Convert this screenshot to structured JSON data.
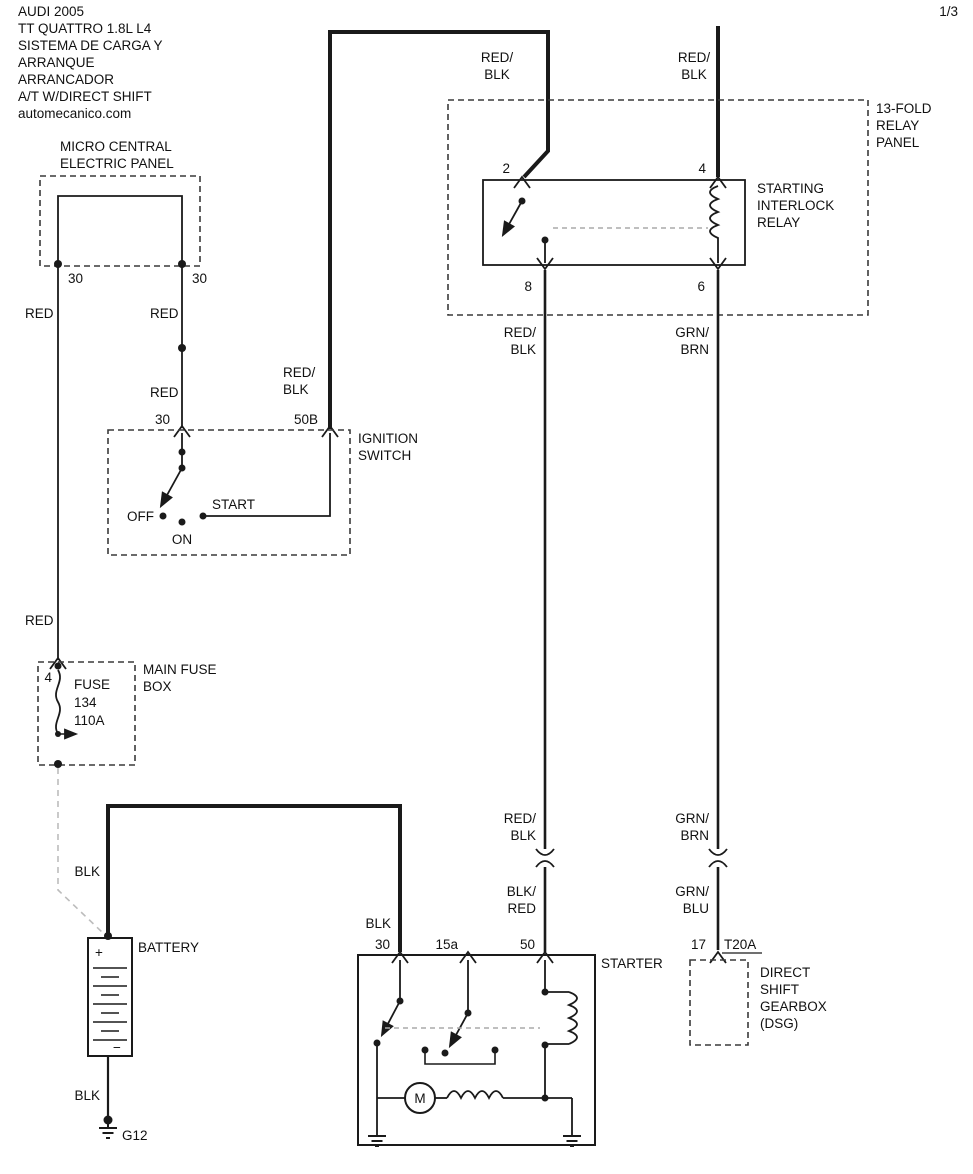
{
  "header": {
    "lines": [
      "AUDI 2005",
      "TT QUATTRO 1.8L L4",
      "SISTEMA DE CARGA Y",
      "ARRANQUE",
      "ARRANCADOR",
      "A/T W/DIRECT SHIFT",
      "automecanico.com"
    ],
    "page_number": "1/3"
  },
  "micro_panel": {
    "name_line1": "MICRO CENTRAL",
    "name_line2": "ELECTRIC PANEL",
    "terminal_left": "30",
    "terminal_right": "30"
  },
  "ignition_switch": {
    "name_line1": "IGNITION",
    "name_line2": "SWITCH",
    "terminal_30": "30",
    "terminal_50b": "50B",
    "pos_off": "OFF",
    "pos_on": "ON",
    "pos_start": "START"
  },
  "relay_panel": {
    "name_line1": "13-FOLD",
    "name_line2": "RELAY",
    "name_line3": "PANEL"
  },
  "relay": {
    "name_line1": "STARTING",
    "name_line2": "INTERLOCK",
    "name_line3": "RELAY",
    "terminal_2": "2",
    "terminal_4": "4",
    "terminal_8": "8",
    "terminal_6": "6"
  },
  "fuse_box": {
    "name_line1": "MAIN FUSE",
    "name_line2": "BOX",
    "terminal_4": "4",
    "fuse_line1": "FUSE",
    "fuse_line2": "134",
    "fuse_line3": "110A"
  },
  "battery": {
    "label": "BATTERY",
    "plus": "+",
    "minus": "−",
    "wire_top": "BLK",
    "wire_bottom": "BLK",
    "ground": "G12"
  },
  "starter": {
    "label": "STARTER",
    "terminal_30": "30",
    "terminal_15a": "15a",
    "terminal_50": "50",
    "motor": "M",
    "wire_30": "BLK"
  },
  "dsg": {
    "terminal_17": "17",
    "connector": "T20A",
    "name_line1": "DIRECT",
    "name_line2": "SHIFT",
    "name_line3": "GEARBOX",
    "name_line4": "(DSG)"
  },
  "wire_labels": {
    "top_left_redblk": [
      "RED/",
      "BLK"
    ],
    "top_right_redblk": [
      "RED/",
      "BLK"
    ],
    "panel_left_red_upper": "RED",
    "panel_left_red_lower": "RED",
    "panel_right_red_upper": "RED",
    "panel_right_red_lower": "RED",
    "ign_50b_redblk": [
      "RED/",
      "BLK"
    ],
    "relay8_redblk": [
      "RED/",
      "BLK"
    ],
    "relay6_grnbrn": [
      "GRN/",
      "BRN"
    ],
    "conn_left_upper": [
      "RED/",
      "BLK"
    ],
    "conn_left_lower": [
      "BLK/",
      "RED"
    ],
    "conn_right_upper": [
      "GRN/",
      "BRN"
    ],
    "conn_right_lower": [
      "GRN/",
      "BLU"
    ]
  }
}
